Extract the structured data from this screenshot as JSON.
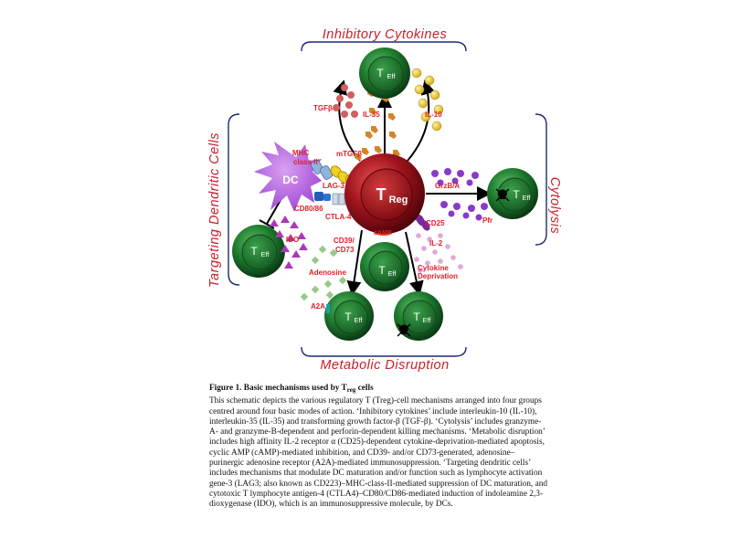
{
  "diagram": {
    "groups": {
      "inhibitory": "Inhibitory Cytokines",
      "cytolysis": "Cytolysis",
      "metabolic": "Metabolic Disruption",
      "dendritic": "Targeting Dendritic Cells"
    },
    "cells": {
      "treg_main": "T",
      "treg_sub": "Reg",
      "teff_main": "T",
      "teff_sub": "Eff",
      "dc": "DC"
    },
    "labels": {
      "tgfb": "TGFβ",
      "il35": "IL-35",
      "il10": "IL-10",
      "mtgfb": "mTGFβ",
      "mhc1": "MHC",
      "mhc2": "class II",
      "lag3": "LAG-3",
      "cd8086": "CD80/86",
      "ctla4": "CTLA-4",
      "ido": "IDO",
      "grzba": "GrzB/A",
      "pfr": "Pfr",
      "cd25": "CD25",
      "il2": "IL-2",
      "cytokine1": "Cytokine",
      "cytokine2": "Deprivation",
      "cd39a": "CD39/",
      "cd39b": "CD73",
      "adenosine": "Adenosine",
      "a2a": "A2A",
      "camp": "cAMP"
    },
    "colors": {
      "label_red": "#e0202a",
      "title_red": "#c8202a",
      "bracket_blue": "#1c2a78",
      "teff_green": "#1e7a2e",
      "treg_red": "#a0141e",
      "dc_purple": "#a44ad8",
      "cytokine_orange": "#d2862a",
      "il10_yellow": "#e2c020",
      "granzyme_purple": "#8a3ac8",
      "adenosine_green": "#98c88a"
    }
  },
  "caption": {
    "title_prefix": "Figure 1. Basic mechanisms used by T",
    "title_sub": "reg",
    "title_suffix": " cells",
    "body": "This schematic depicts the various regulatory T (Treg)-cell mechanisms arranged into four groups centred around four basic modes of action. ‘Inhibitory cytokines’ include interleukin-10 (IL-10), interleukin-35 (IL-35) and transforming growth factor-β (TGF-β). ‘Cytolysis’ includes granzyme-A- and granzyme-B-dependent and perforin-dependent killing mechanisms. ‘Metabolic disruption’ includes high affinity IL-2 receptor α (CD25)-dependent cytokine-deprivation-mediated apoptosis, cyclic AMP (cAMP)-mediated inhibition, and CD39- and/or CD73-generated, adenosine–purinergic adenosine receptor (A2A)-mediated immunosuppression. ‘Targeting dendritic cells’ includes mechanisms that modulate DC maturation and/or function such as lymphocyte activation gene-3 (LAG3; also known as CD223)–MHC-class-II-mediated suppression of DC maturation, and cytotoxic T lymphocyte antigen-4 (CTLA4)–CD80/CD86-mediated induction of indoleamine 2,3-dioxygenase (IDO), which is an immunosuppressive molecule, by DCs."
  }
}
